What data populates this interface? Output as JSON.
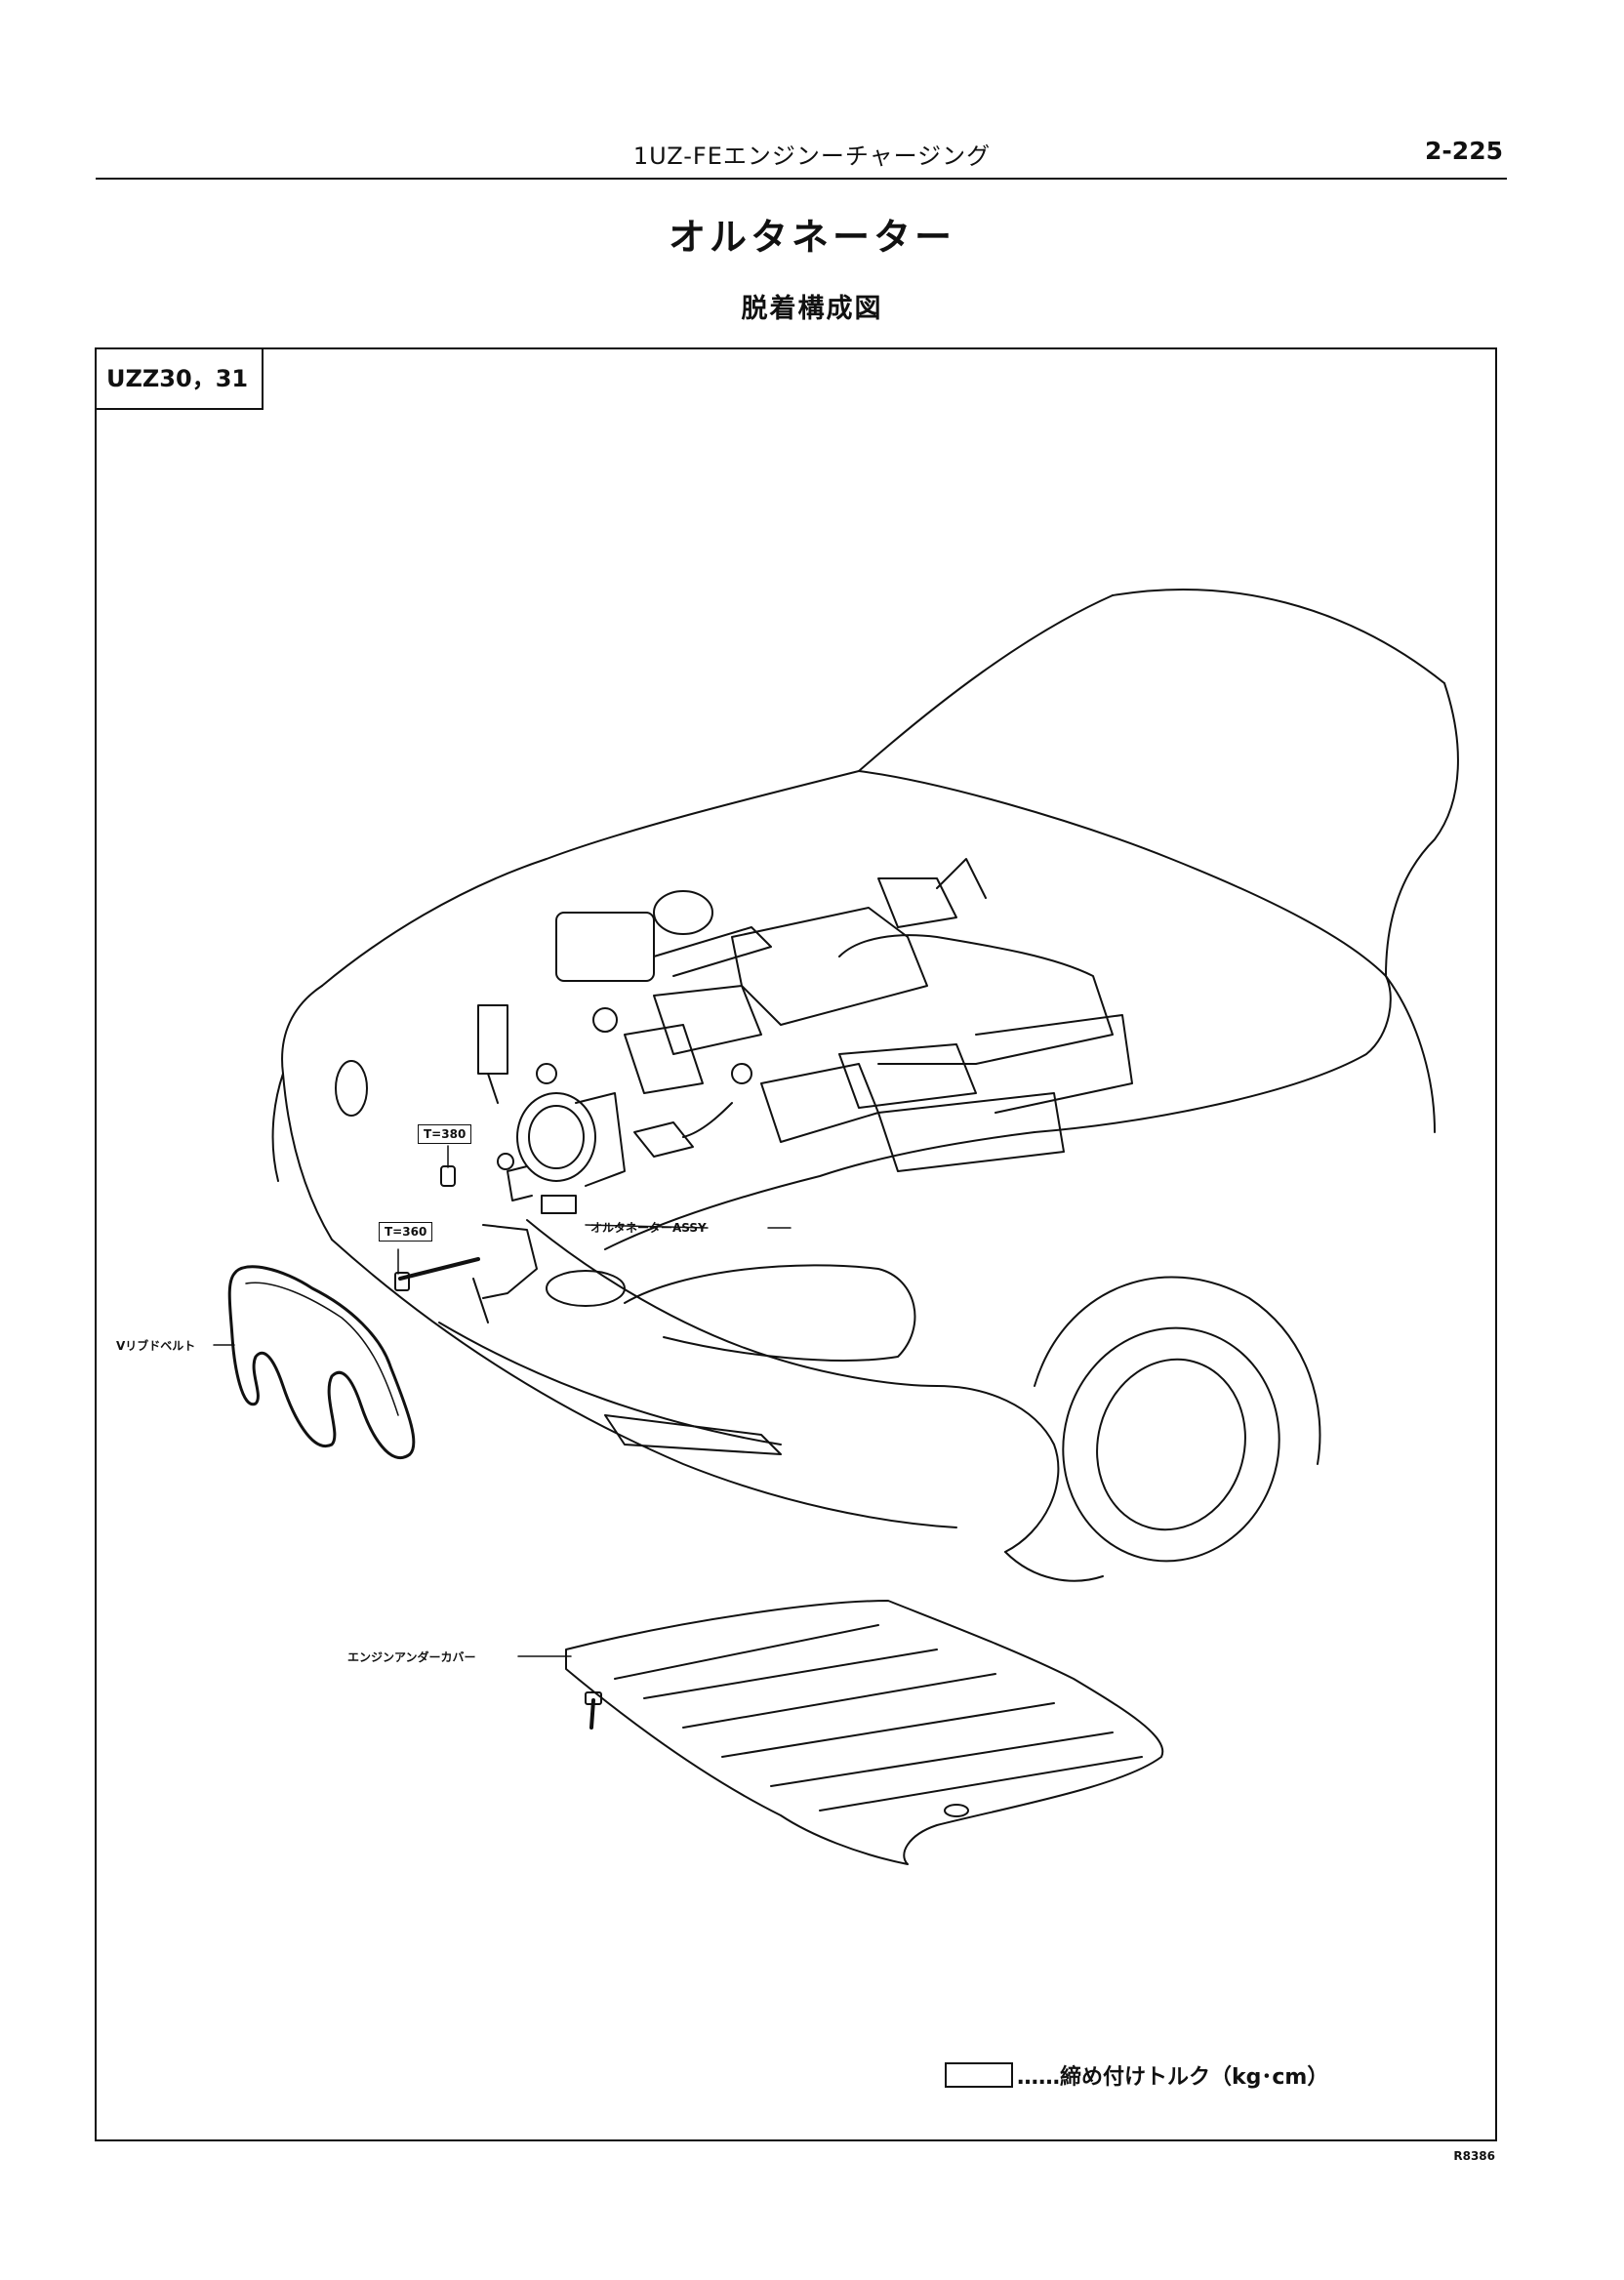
{
  "header": {
    "section": "1UZ-FEエンジンーチャージング",
    "page_number": "2-225"
  },
  "title": "オルタネーター",
  "subtitle": "脱着構成図",
  "model": "UZZ30，31",
  "parts": {
    "alternator": "オルタネーターASSY",
    "belt": "Vリブドベルト",
    "under_cover": "エンジンアンダーカバー"
  },
  "torques": {
    "nut": "T=380",
    "bolt": "T=360"
  },
  "legend": {
    "text": "……締め付けトルク（kg･cm）"
  },
  "figure_code": "R8386"
}
